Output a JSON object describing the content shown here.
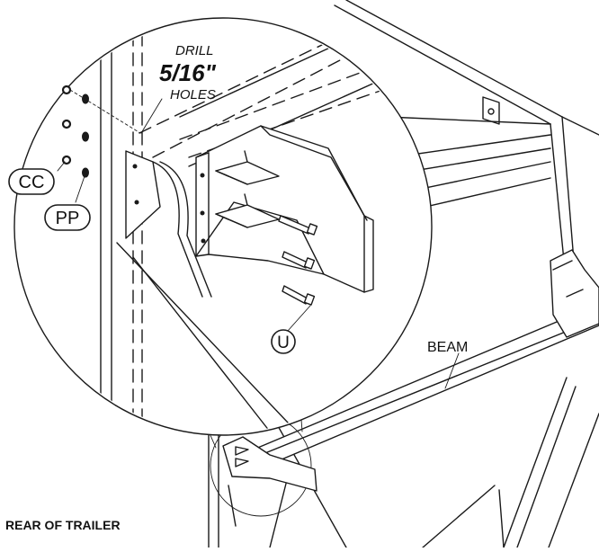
{
  "labels": {
    "drill_line1": "DRILL",
    "drill_line2": "5/16\"",
    "drill_line3": "HOLES",
    "beam": "BEAM",
    "rear_of_trailer": "REAR OF TRAILER"
  },
  "callouts": {
    "cc": "CC",
    "pp": "PP",
    "u": "U"
  }
}
